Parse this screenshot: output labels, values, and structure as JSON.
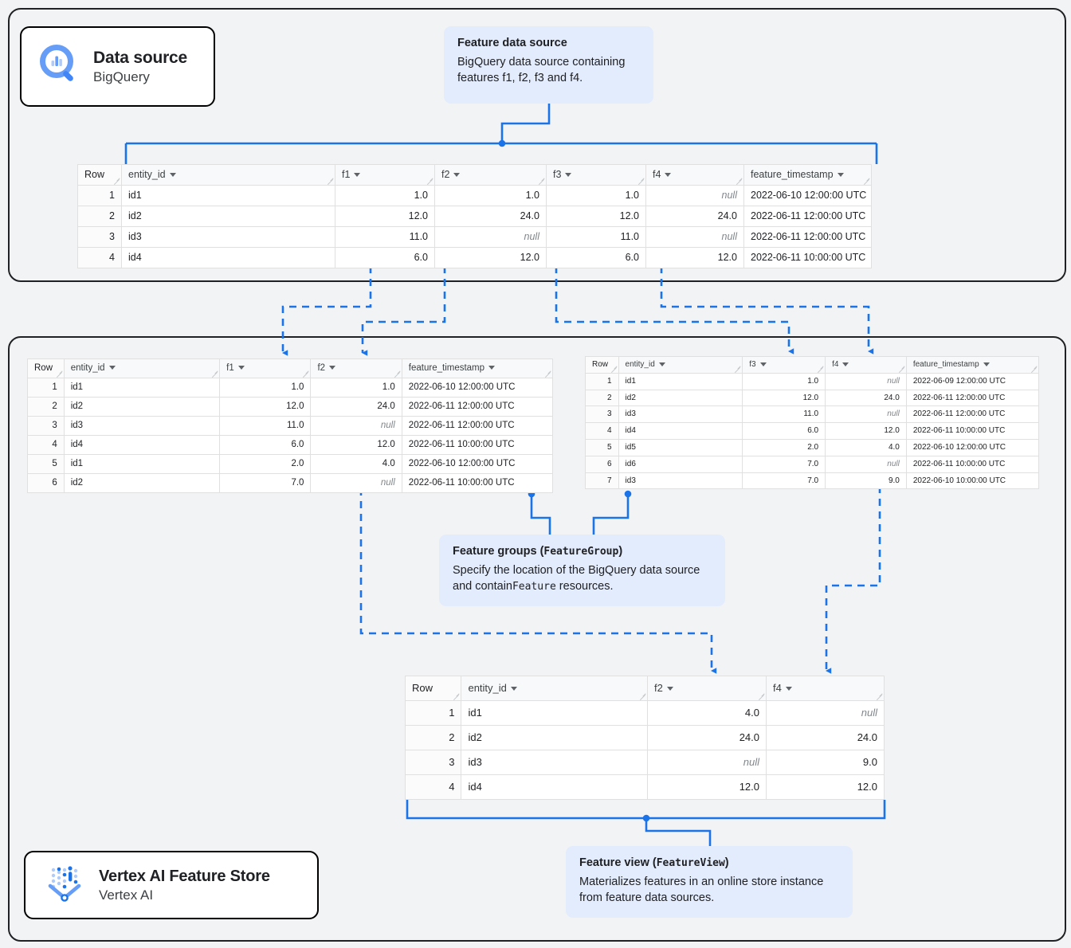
{
  "cards": {
    "datasource": {
      "title": "Data source",
      "subtitle": "BigQuery",
      "icon": "bigquery-icon"
    },
    "vertex": {
      "title": "Vertex AI Feature Store",
      "subtitle": "Vertex AI",
      "icon": "vertex-ai-icon"
    }
  },
  "callouts": {
    "feature_data_source": {
      "title": "Feature data source",
      "body": "BigQuery data source containing features f1, f2, f3 and f4."
    },
    "feature_groups": {
      "title_plain": "Feature groups (",
      "title_code": "FeatureGroup",
      "title_close": ")",
      "body_a": "Specify the location of the BigQuery data source and contain",
      "body_code": "Feature",
      "body_b": " resources."
    },
    "feature_view": {
      "title_plain": "Feature view (",
      "title_code": "FeatureView",
      "title_close": ")",
      "body": "Materializes features in an online store instance from feature data sources."
    }
  },
  "tables": {
    "source": {
      "columns": [
        "Row",
        "entity_id",
        "f1",
        "f2",
        "f3",
        "f4",
        "feature_timestamp"
      ],
      "rows": [
        [
          "1",
          "id1",
          "1.0",
          "1.0",
          "1.0",
          "null",
          "2022-06-10 12:00:00 UTC"
        ],
        [
          "2",
          "id2",
          "12.0",
          "24.0",
          "12.0",
          "24.0",
          "2022-06-11 12:00:00 UTC"
        ],
        [
          "3",
          "id3",
          "11.0",
          "null",
          "11.0",
          "null",
          "2022-06-11 12:00:00 UTC"
        ],
        [
          "4",
          "id4",
          "6.0",
          "12.0",
          "6.0",
          "12.0",
          "2022-06-11 10:00:00 UTC"
        ]
      ]
    },
    "feature_group_1": {
      "columns": [
        "Row",
        "entity_id",
        "f1",
        "f2",
        "feature_timestamp"
      ],
      "rows": [
        [
          "1",
          "id1",
          "1.0",
          "1.0",
          "2022-06-10 12:00:00 UTC"
        ],
        [
          "2",
          "id2",
          "12.0",
          "24.0",
          "2022-06-11 12:00:00 UTC"
        ],
        [
          "3",
          "id3",
          "11.0",
          "null",
          "2022-06-11 12:00:00 UTC"
        ],
        [
          "4",
          "id4",
          "6.0",
          "12.0",
          "2022-06-11 10:00:00 UTC"
        ],
        [
          "5",
          "id1",
          "2.0",
          "4.0",
          "2022-06-10 12:00:00 UTC"
        ],
        [
          "6",
          "id2",
          "7.0",
          "null",
          "2022-06-11 10:00:00 UTC"
        ]
      ]
    },
    "feature_group_2": {
      "columns": [
        "Row",
        "entity_id",
        "f3",
        "f4",
        "feature_timestamp"
      ],
      "rows": [
        [
          "1",
          "id1",
          "1.0",
          "null",
          "2022-06-09 12:00:00 UTC"
        ],
        [
          "2",
          "id2",
          "12.0",
          "24.0",
          "2022-06-11 12:00:00 UTC"
        ],
        [
          "3",
          "id3",
          "11.0",
          "null",
          "2022-06-11 12:00:00 UTC"
        ],
        [
          "4",
          "id4",
          "6.0",
          "12.0",
          "2022-06-11 10:00:00 UTC"
        ],
        [
          "5",
          "id5",
          "2.0",
          "4.0",
          "2022-06-10 12:00:00 UTC"
        ],
        [
          "6",
          "id6",
          "7.0",
          "null",
          "2022-06-11 10:00:00 UTC"
        ],
        [
          "7",
          "id3",
          "7.0",
          "9.0",
          "2022-06-10 10:00:00 UTC"
        ]
      ]
    },
    "feature_view": {
      "columns": [
        "Row",
        "entity_id",
        "f2",
        "f4"
      ],
      "rows": [
        [
          "1",
          "id1",
          "4.0",
          "null"
        ],
        [
          "2",
          "id2",
          "24.0",
          "24.0"
        ],
        [
          "3",
          "id3",
          "null",
          "9.0"
        ],
        [
          "4",
          "id4",
          "12.0",
          "12.0"
        ]
      ]
    }
  },
  "colors": {
    "accent": "#1a73e8",
    "callout_bg": "#e3ecfd",
    "page_bg": "#f1f3f4",
    "panel_border": "#202124",
    "null_text": "#80868b"
  }
}
